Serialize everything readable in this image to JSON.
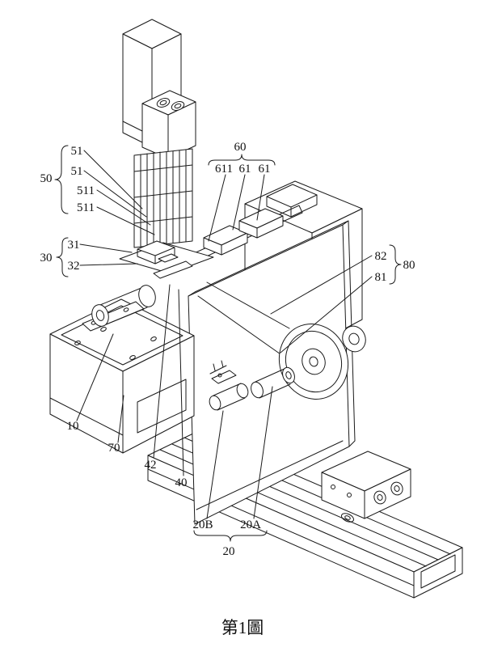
{
  "figure": {
    "caption": "第1圖"
  },
  "colors": {
    "ink": "#1a1a1a",
    "paper": "#ffffff"
  },
  "labels": {
    "l51a": "51",
    "l51b": "51",
    "l50": "50",
    "l511a": "511",
    "l511b": "511",
    "l31": "31",
    "l30": "30",
    "l32": "32",
    "l10": "10",
    "l70": "70",
    "l42": "42",
    "l40": "40",
    "l60": "60",
    "l611": "611",
    "l61a": "61",
    "l61b": "61",
    "l82": "82",
    "l80": "80",
    "l81": "81",
    "l20B": "20B",
    "l20A": "20A",
    "l20": "20"
  }
}
